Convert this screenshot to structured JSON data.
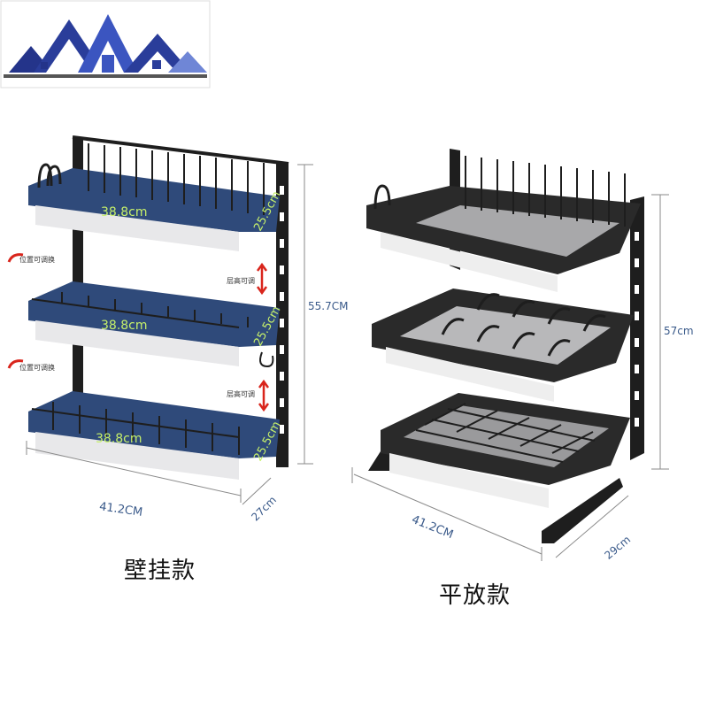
{
  "colors": {
    "wall_shelf": "#2f4a7a",
    "frame": "#1e1e1e",
    "dimension_text": "#3a5a8a",
    "label_green": "#c6f06a",
    "arrow_red": "#d9251c"
  },
  "logo": {
    "icon": "house-roof-logo-icon"
  },
  "wall_model": {
    "caption": "壁挂款",
    "tier_width_label": "38.8cm",
    "tier_depth_label": "25.5cm",
    "note_position": "位置可调换",
    "note_height": "层高可调",
    "width": "41.2CM",
    "depth": "27cm",
    "height": "55.7CM"
  },
  "standing_model": {
    "caption": "平放款",
    "width": "41.2CM",
    "depth": "29cm",
    "height": "57cm"
  }
}
